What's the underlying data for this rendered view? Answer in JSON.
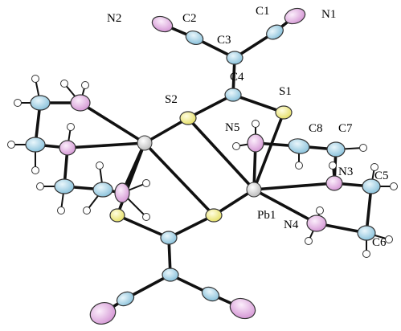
{
  "title": "",
  "labels": {
    "n1": "N1",
    "n2": "N2",
    "c1": "C1",
    "c2": "C2",
    "c3": "C3",
    "c4": "C4",
    "s1": "S1",
    "s2": "S2",
    "n5": "N5",
    "c8": "C8",
    "c7": "C7",
    "n3": "N3",
    "c5": "C5",
    "pb1": "Pb1",
    "n4": "N4",
    "c6": "C6"
  },
  "colors": {
    "nitrogen": "#e6b3e6",
    "carbon": "#a8d4e6",
    "sulfur": "#f2f08a",
    "lead": "#d9d9d9",
    "hydrogen": "#ffffff",
    "bond": "#111111"
  }
}
